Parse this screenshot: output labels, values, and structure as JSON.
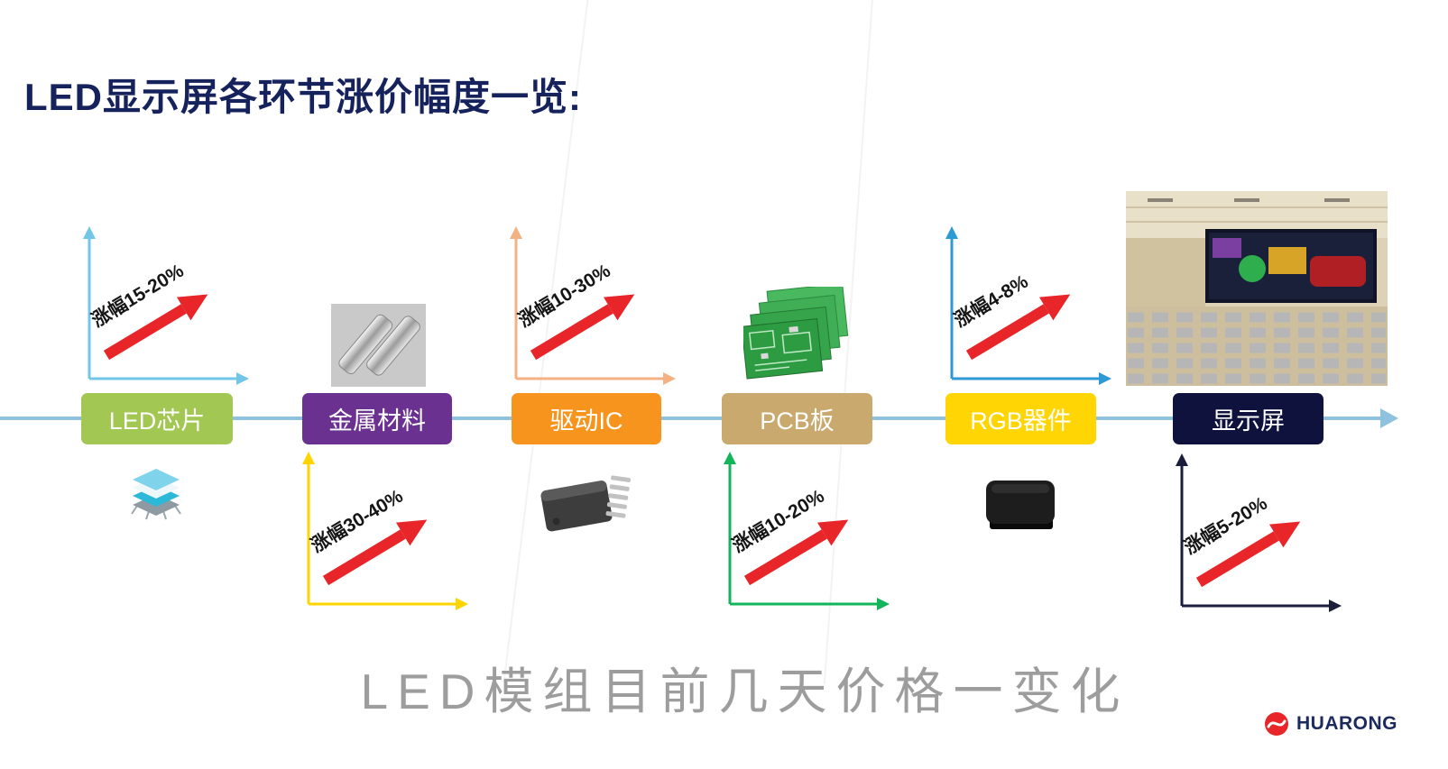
{
  "title": "LED显示屏各环节涨价幅度一览:",
  "caption": "LED模组目前几天价格一变化",
  "logo": {
    "brand": "HUARONG"
  },
  "colors": {
    "title": "#16225c",
    "connector": "#8fc3dd",
    "arrow_red": "#e8262a",
    "caption_gray": "#9d9d9d"
  },
  "stages": [
    {
      "label": "LED芯片",
      "increase": "涨幅15-20%",
      "box_color": "#a2c752",
      "axis_color": "#72c7e8",
      "chart_side": "above"
    },
    {
      "label": "金属材料",
      "increase": "涨幅30-40%",
      "box_color": "#6a3191",
      "axis_color": "#ffd400",
      "chart_side": "below"
    },
    {
      "label": "驱动IC",
      "increase": "涨幅10-30%",
      "box_color": "#f7941e",
      "axis_color": "#f4b183",
      "chart_side": "above"
    },
    {
      "label": "PCB板",
      "increase": "涨幅10-20%",
      "box_color": "#c9a96d",
      "axis_color": "#12b55a",
      "chart_side": "below"
    },
    {
      "label": "RGB器件",
      "increase": "涨幅4-8%",
      "box_color": "#ffd503",
      "axis_color": "#2e9ad5",
      "chart_side": "above"
    },
    {
      "label": "显示屏",
      "increase": "涨幅5-20%",
      "box_color": "#10123e",
      "axis_color": "#1a1d3c",
      "chart_side": "below"
    }
  ],
  "images": {
    "led_chip": "3D LED chip stack icon",
    "metal": "metal cylinder rods photo",
    "driver_ic": "SOIC driver IC chip photo",
    "pcb": "stacked green PCB boards photo",
    "rgb": "black RGB SMD component photo",
    "display": "conference hall LED display photo"
  }
}
